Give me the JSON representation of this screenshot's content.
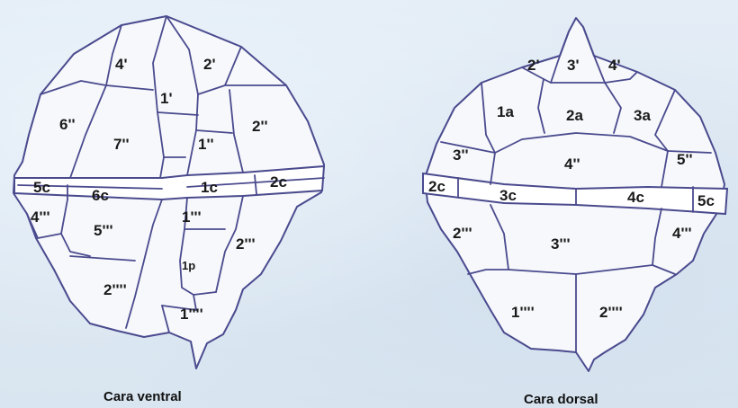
{
  "captions": {
    "ventral": "Cara ventral",
    "dorsal": "Cara dorsal"
  },
  "ventral": {
    "labels": [
      "4'",
      "2'",
      "1'",
      "6''",
      "7''",
      "1''",
      "2''",
      "5c",
      "6c",
      "1c",
      "2c",
      "4'''",
      "5'''",
      "1'''",
      "2'''",
      "1p",
      "2''''",
      "1''''"
    ]
  },
  "dorsal": {
    "labels": [
      "2'",
      "3'",
      "4'",
      "1a",
      "2a",
      "3a",
      "3''",
      "4''",
      "5''",
      "2c",
      "3c",
      "4c",
      "5c",
      "2'''",
      "3'''",
      "4'''",
      "1''''",
      "2''''"
    ]
  },
  "colors": {
    "outline": "#4a4a8e",
    "cell_fill": "#f6f8fb",
    "background": "#dfe9f3"
  }
}
